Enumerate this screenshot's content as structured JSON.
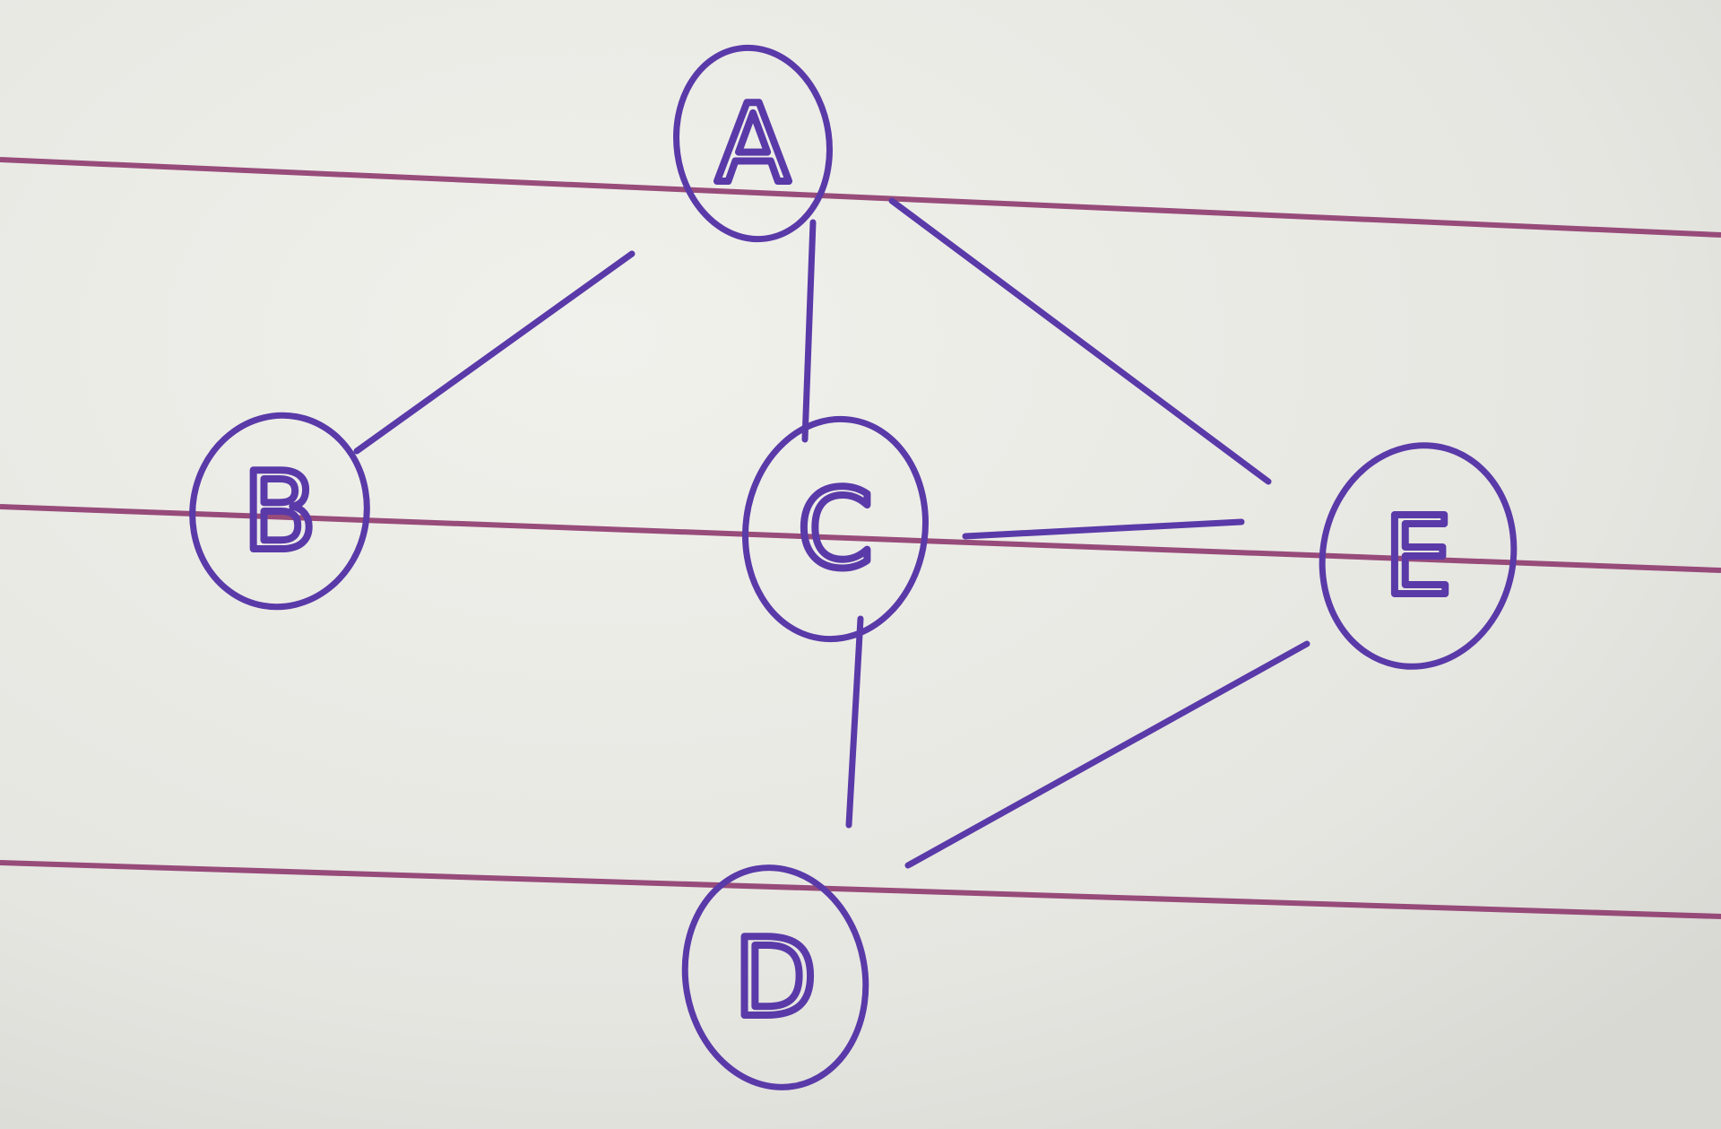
{
  "diagram": {
    "type": "undirected-graph",
    "nodes": [
      {
        "id": "A",
        "label": "A"
      },
      {
        "id": "B",
        "label": "B"
      },
      {
        "id": "C",
        "label": "C"
      },
      {
        "id": "D",
        "label": "D"
      },
      {
        "id": "E",
        "label": "E"
      }
    ],
    "edges": [
      {
        "from": "A",
        "to": "B"
      },
      {
        "from": "A",
        "to": "C"
      },
      {
        "from": "A",
        "to": "E"
      },
      {
        "from": "C",
        "to": "E"
      },
      {
        "from": "C",
        "to": "D"
      },
      {
        "from": "D",
        "to": "E"
      }
    ]
  },
  "colors": {
    "paper": "#e9e9e4",
    "ruled_line": "#8e3a6e",
    "ink": "#5a3aa8"
  }
}
